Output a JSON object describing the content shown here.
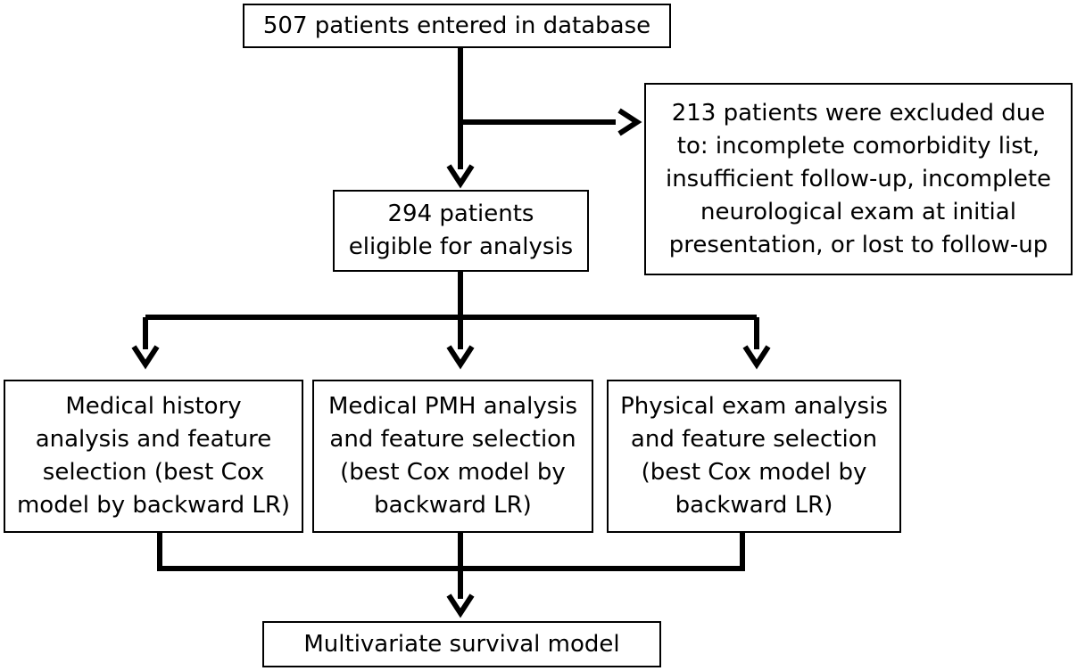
{
  "flowchart": {
    "total": "507 patients entered in database",
    "excluded": "213 patients were excluded due\nto: incomplete comorbidity list,\ninsufficient follow-up, incomplete\nneurological exam at initial\npresentation, or lost to follow-up",
    "eligible": "294 patients\neligible for analysis",
    "branches": [
      "Medical history\nanalysis and feature\nselection (best Cox\nmodel by backward LR)",
      "Medical PMH analysis\nand feature selection\n(best Cox model by\nbackward LR)",
      "Physical exam analysis\nand feature selection\n(best Cox model by\nbackward LR)"
    ],
    "final": "Multivariate survival model"
  },
  "colors": {
    "line": "#000000",
    "box_border": "#000000",
    "background": "#ffffff"
  }
}
